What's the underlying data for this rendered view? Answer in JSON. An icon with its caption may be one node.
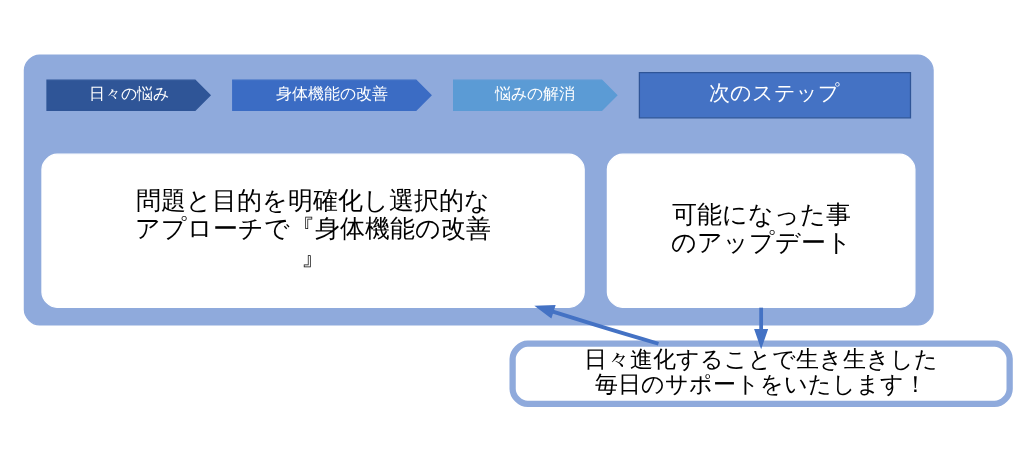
{
  "diagram": {
    "nodes": [
      {
        "text": [],
        "shape": "box"
      },
      {
        "text": [
          "日々の悩み"
        ],
        "in": 0
      },
      {
        "text": [
          "身体機能の改善"
        ],
        "in": 0
      },
      {
        "text": [
          "悩みの解消"
        ],
        "in": 0
      },
      {
        "text": [
          "次のステップ"
        ],
        "in": 0
      },
      {
        "text": [
          "問題と目的を明確化し選択的なアプローチで『身体機能の改善』"
        ],
        "in": 0
      },
      {
        "text": [
          "可能になった事のアップデート"
        ],
        "in": 0
      },
      {
        "text": [
          "日々進化することで生き生きした毎日のサポートをいたします！"
        ]
      }
    ],
    "edges": [
      {
        "from": 6,
        "to": 7,
        "arrow": "to"
      },
      {
        "from": 7,
        "to": 5,
        "arrow": "to"
      }
    ]
  }
}
